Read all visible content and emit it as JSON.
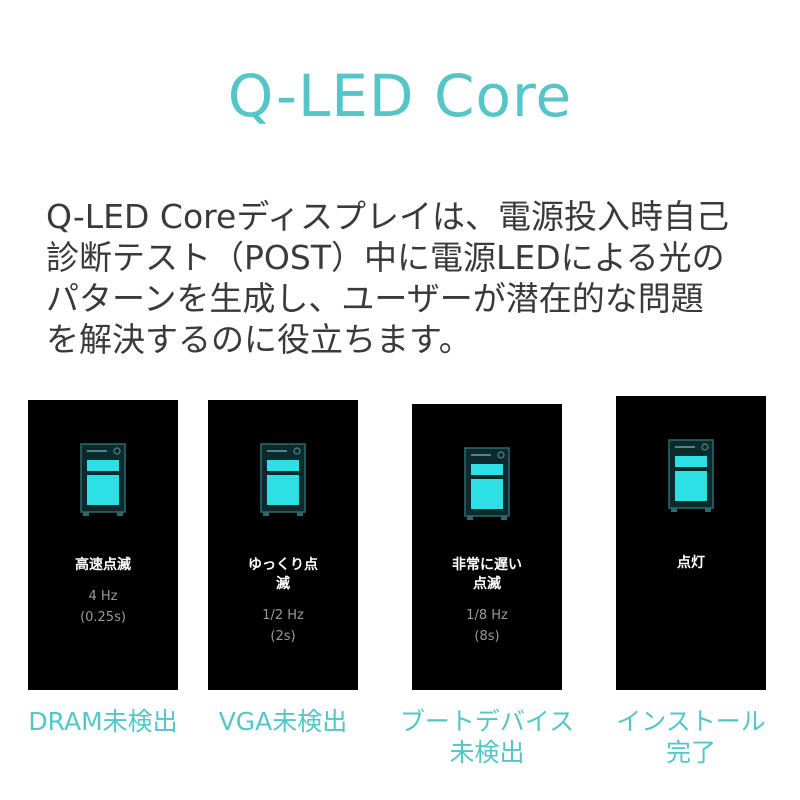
{
  "title": "Q-LED Core",
  "description": {
    "lines": [
      "Q-LED Coreディスプレイは、電源投入時自己",
      "診断テスト（POST）中に電源LEDによる光の",
      "パターンを生成し、ユーザーが潜在的な問題",
      "を解決するのに役立ちます。"
    ]
  },
  "panels": [
    {
      "label_lines": [
        "高速点滅"
      ],
      "freq_lines": [
        "4 Hz",
        "(0.25s)"
      ],
      "caption_lines": [
        "DRAM未検出"
      ],
      "icon": "pc-tower-icon"
    },
    {
      "label_lines": [
        "ゆっくり点",
        "滅"
      ],
      "freq_lines": [
        "1/2 Hz",
        "(2s)"
      ],
      "caption_lines": [
        "VGA未検出"
      ],
      "icon": "pc-tower-icon"
    },
    {
      "label_lines": [
        "非常に遅い",
        "点滅"
      ],
      "freq_lines": [
        "1/8 Hz",
        "(8s)"
      ],
      "caption_lines": [
        "ブートデバイス",
        "未検出"
      ],
      "icon": "pc-tower-icon"
    },
    {
      "label_lines": [
        "点灯"
      ],
      "freq_lines": [],
      "caption_lines": [
        "インストール",
        "完了"
      ],
      "icon": "pc-tower-icon"
    }
  ],
  "colors": {
    "accent": "#54c6c9",
    "led": "#2de0e6",
    "panel_bg": "#000000",
    "text": "#3a3a3a"
  }
}
